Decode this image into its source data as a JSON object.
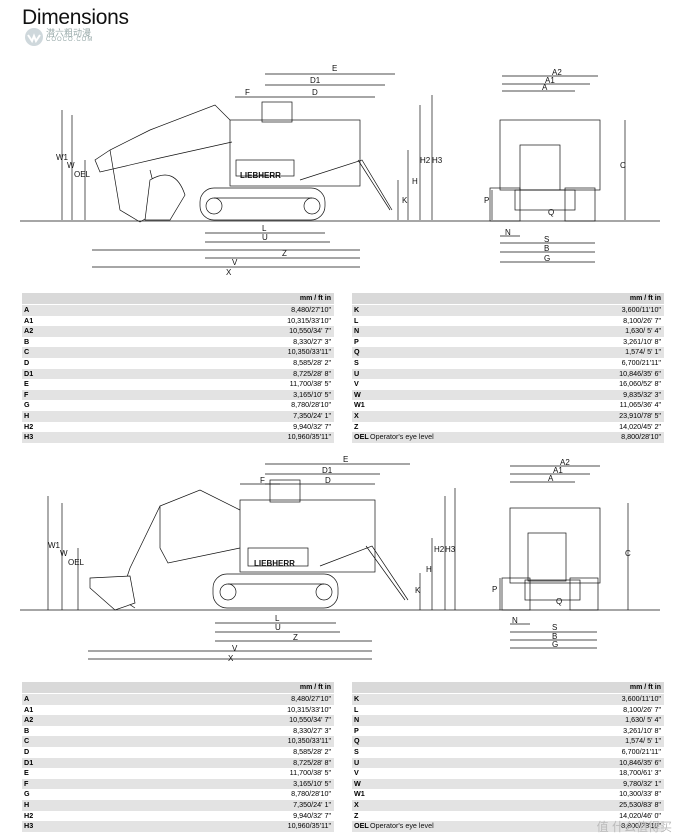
{
  "page": {
    "title": "Dimensions",
    "logo_text": "潜六粗动漫",
    "logo_sub": "COOCO.COM",
    "watermark": "值 什么值得买"
  },
  "drawing_labels": {
    "top": [
      "E",
      "D1",
      "D",
      "F",
      "W1",
      "W",
      "OEL",
      "H",
      "H2",
      "H3",
      "K",
      "L",
      "U",
      "Z",
      "V",
      "X"
    ],
    "side": [
      "A2",
      "A1",
      "A",
      "C",
      "P",
      "Q",
      "N",
      "S",
      "B",
      "G"
    ],
    "brand": "LIEBHERR"
  },
  "unit_header": "mm / ft in",
  "table1_left": [
    {
      "k": "A",
      "d": "",
      "v": "8,480/27'10\""
    },
    {
      "k": "A1",
      "d": "",
      "v": "10,315/33'10\""
    },
    {
      "k": "A2",
      "d": "",
      "v": "10,550/34' 7\""
    },
    {
      "k": "B",
      "d": "",
      "v": "8,330/27' 3\""
    },
    {
      "k": "C",
      "d": "",
      "v": "10,350/33'11\""
    },
    {
      "k": "D",
      "d": "",
      "v": "8,585/28' 2\""
    },
    {
      "k": "D1",
      "d": "",
      "v": "8,725/28' 8\""
    },
    {
      "k": "E",
      "d": "",
      "v": "11,700/38' 5\""
    },
    {
      "k": "F",
      "d": "",
      "v": "3,165/10' 5\""
    },
    {
      "k": "G",
      "d": "",
      "v": "8,780/28'10\""
    },
    {
      "k": "H",
      "d": "",
      "v": "7,350/24' 1\""
    },
    {
      "k": "H2",
      "d": "",
      "v": "9,940/32' 7\""
    },
    {
      "k": "H3",
      "d": "",
      "v": "10,960/35'11\""
    }
  ],
  "table1_right": [
    {
      "k": "K",
      "d": "",
      "v": "3,600/11'10\""
    },
    {
      "k": "L",
      "d": "",
      "v": "8,100/26' 7\""
    },
    {
      "k": "N",
      "d": "",
      "v": "1,630/ 5' 4\""
    },
    {
      "k": "P",
      "d": "",
      "v": "3,261/10' 8\""
    },
    {
      "k": "Q",
      "d": "",
      "v": "1,574/ 5' 1\""
    },
    {
      "k": "S",
      "d": "",
      "v": "6,700/21'11\""
    },
    {
      "k": "U",
      "d": "",
      "v": "10,846/35' 6\""
    },
    {
      "k": "V",
      "d": "",
      "v": "16,060/52' 8\""
    },
    {
      "k": "W",
      "d": "",
      "v": "9,835/32' 3\""
    },
    {
      "k": "W1",
      "d": "",
      "v": "11,065/36' 4\""
    },
    {
      "k": "X",
      "d": "",
      "v": "23,910/78' 5\""
    },
    {
      "k": "Z",
      "d": "",
      "v": "14,020/45' 2\""
    },
    {
      "k": "OEL",
      "d": "Operator's eye level",
      "v": "8,800/28'10\""
    }
  ],
  "table2_left": [
    {
      "k": "A",
      "d": "",
      "v": "8,480/27'10\""
    },
    {
      "k": "A1",
      "d": "",
      "v": "10,315/33'10\""
    },
    {
      "k": "A2",
      "d": "",
      "v": "10,550/34' 7\""
    },
    {
      "k": "B",
      "d": "",
      "v": "8,330/27' 3\""
    },
    {
      "k": "C",
      "d": "",
      "v": "10,350/33'11\""
    },
    {
      "k": "D",
      "d": "",
      "v": "8,585/28' 2\""
    },
    {
      "k": "D1",
      "d": "",
      "v": "8,725/28' 8\""
    },
    {
      "k": "E",
      "d": "",
      "v": "11,700/38' 5\""
    },
    {
      "k": "F",
      "d": "",
      "v": "3,165/10' 5\""
    },
    {
      "k": "G",
      "d": "",
      "v": "8,780/28'10\""
    },
    {
      "k": "H",
      "d": "",
      "v": "7,350/24' 1\""
    },
    {
      "k": "H2",
      "d": "",
      "v": "9,940/32' 7\""
    },
    {
      "k": "H3",
      "d": "",
      "v": "10,960/35'11\""
    }
  ],
  "table2_right": [
    {
      "k": "K",
      "d": "",
      "v": "3,600/11'10\""
    },
    {
      "k": "L",
      "d": "",
      "v": "8,100/26' 7\""
    },
    {
      "k": "N",
      "d": "",
      "v": "1,630/ 5' 4\""
    },
    {
      "k": "P",
      "d": "",
      "v": "3,261/10' 8\""
    },
    {
      "k": "Q",
      "d": "",
      "v": "1,574/ 5' 1\""
    },
    {
      "k": "S",
      "d": "",
      "v": "6,700/21'11\""
    },
    {
      "k": "U",
      "d": "",
      "v": "10,846/35' 6\""
    },
    {
      "k": "V",
      "d": "",
      "v": "18,700/61' 3\""
    },
    {
      "k": "W",
      "d": "",
      "v": "9,780/32' 1\""
    },
    {
      "k": "W1",
      "d": "",
      "v": "10,300/33' 8\""
    },
    {
      "k": "X",
      "d": "",
      "v": "25,530/83' 8\""
    },
    {
      "k": "Z",
      "d": "",
      "v": "14,020/46' 0\""
    },
    {
      "k": "OEL",
      "d": "Operator's eye level",
      "v": "8,800/28'10\""
    }
  ]
}
